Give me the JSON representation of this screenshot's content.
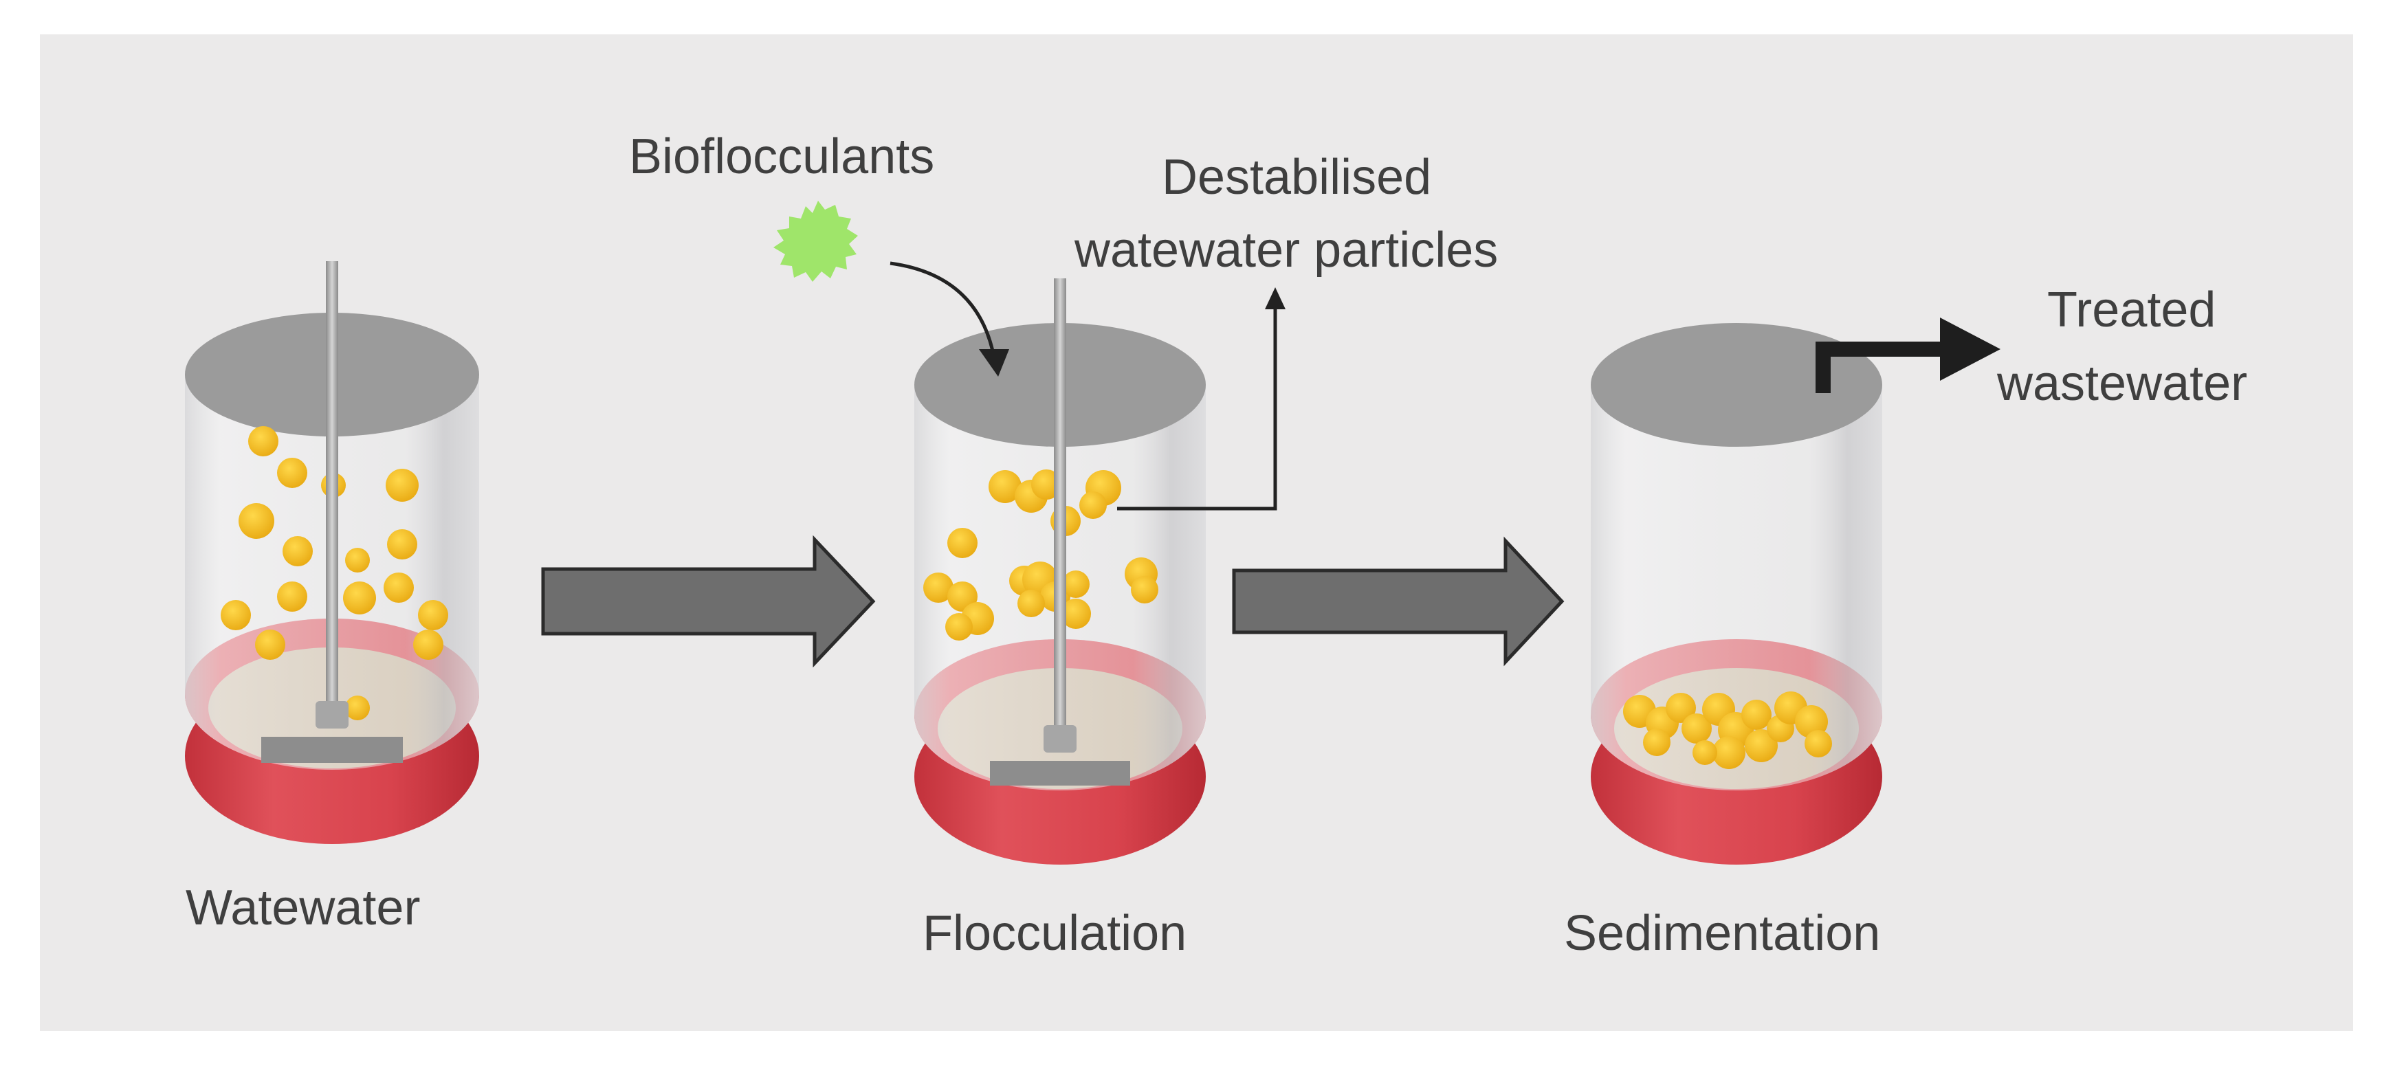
{
  "labels": {
    "stage1": "Watewater",
    "stage2": "Flocculation",
    "stage3": "Sedimentation",
    "bioflocculants": "Bioflocculants",
    "destabilised_line1": "Destabilised",
    "destabilised_line2": "watewater particles",
    "treated_line1": "Treated",
    "treated_line2": "wastewater"
  },
  "colors": {
    "panel": "#ebeaea",
    "process_arrow": "#6e6e6e",
    "particle": "#f3c21c",
    "bioflocculant": "#9fe56a",
    "base_red": "#d9434d",
    "sediment": "#cfbda2"
  }
}
